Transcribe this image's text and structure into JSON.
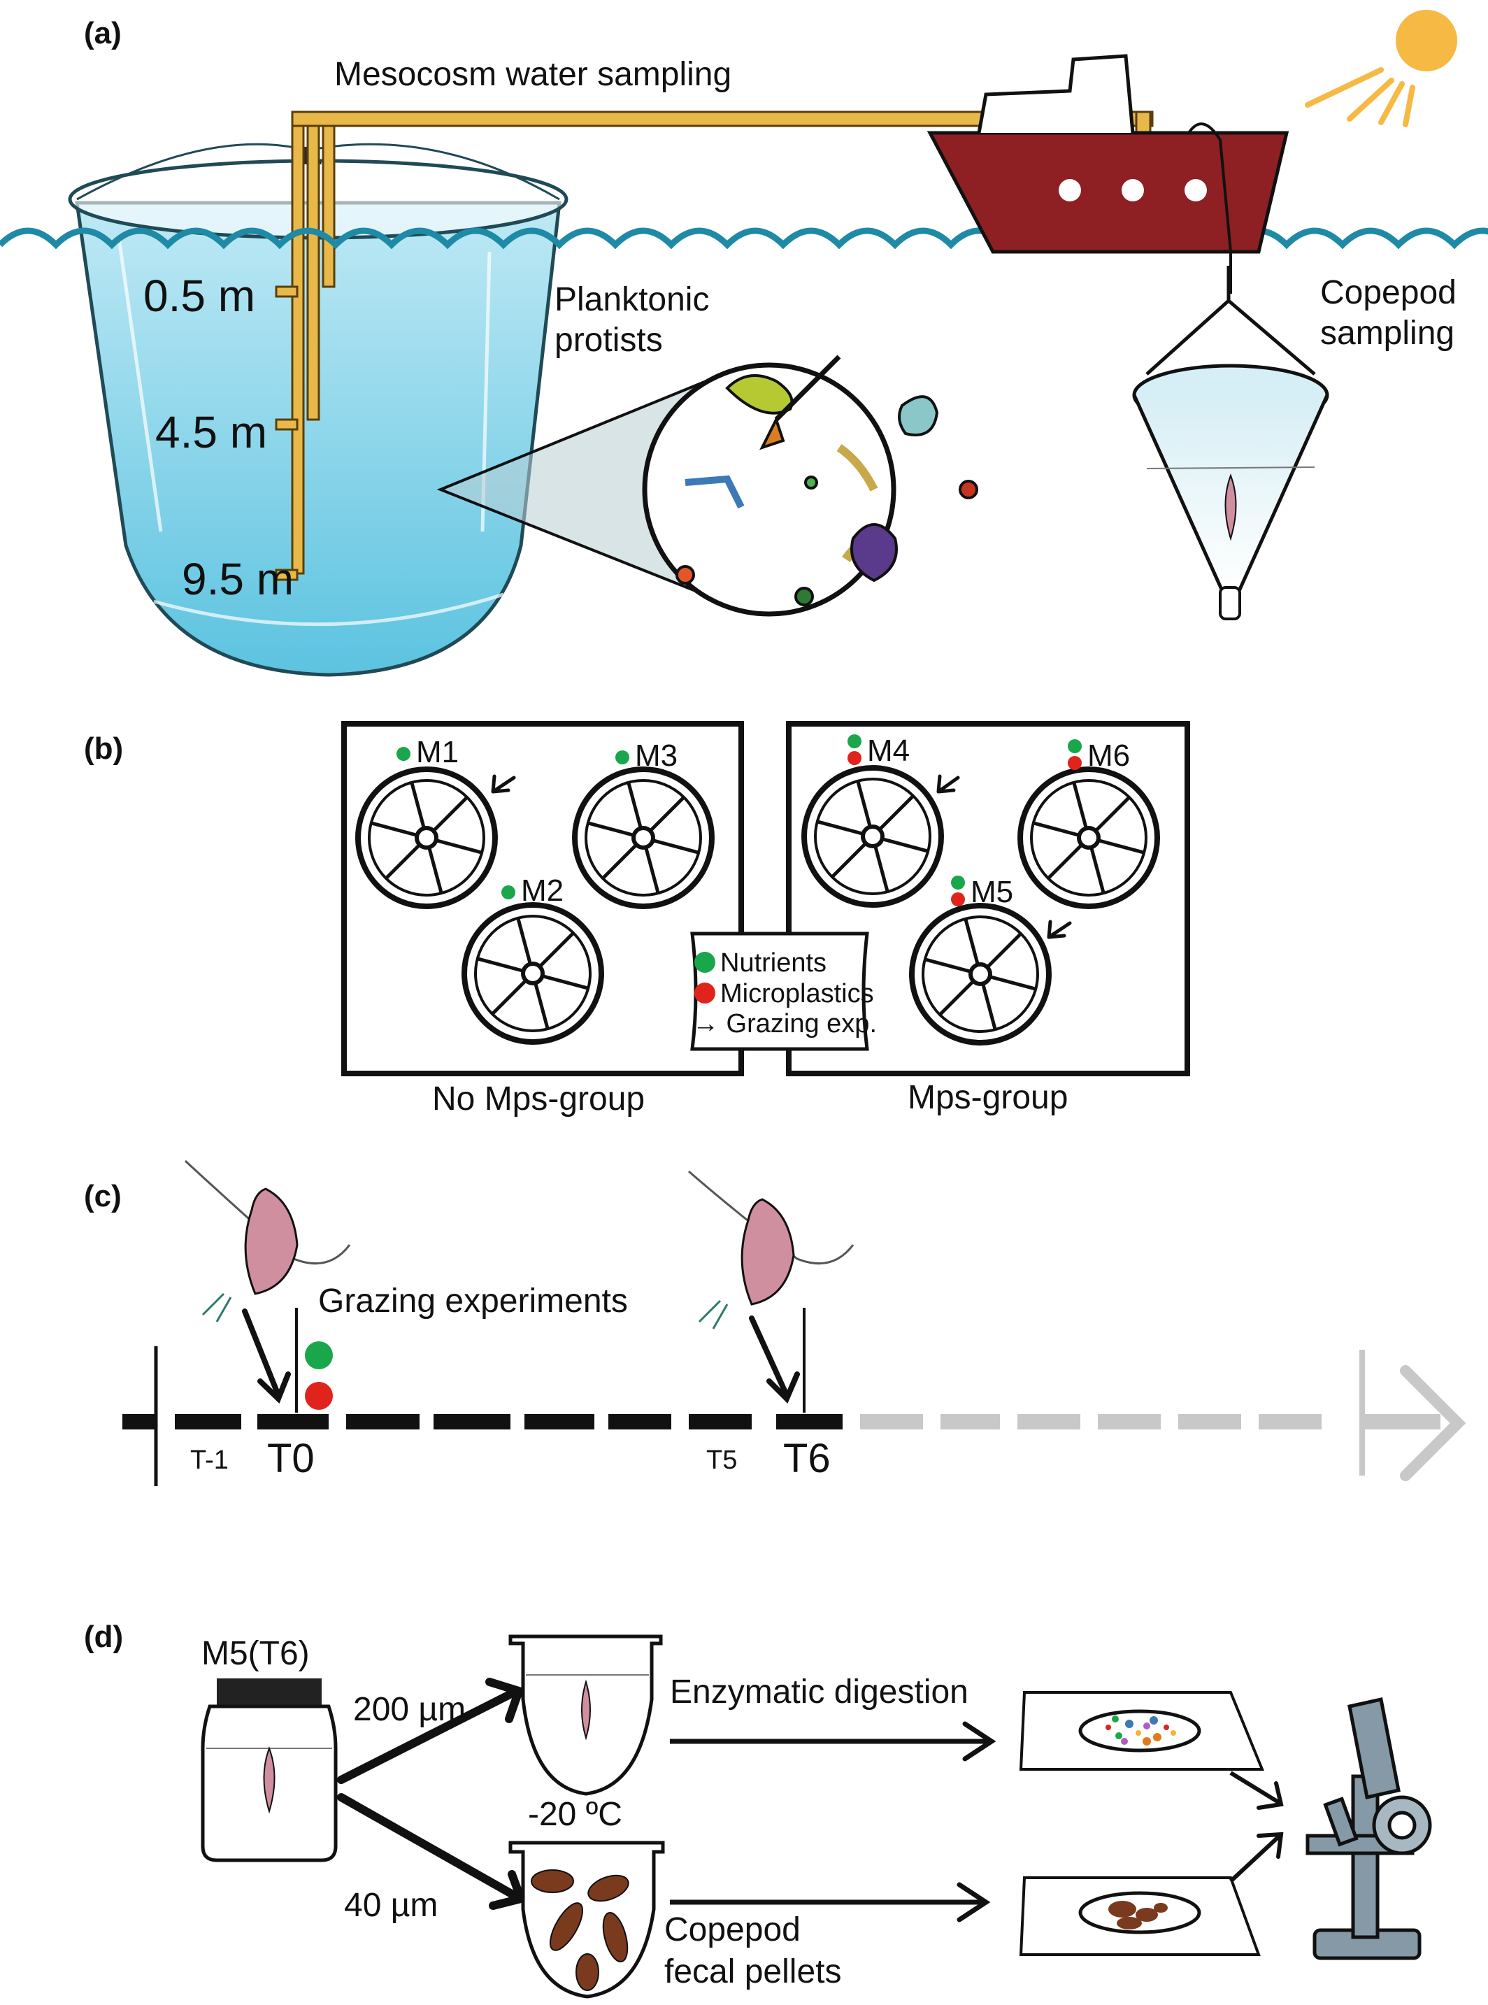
{
  "panels": {
    "a": {
      "label": "(a)",
      "mesocosm_sampling": "Mesocosm water sampling",
      "planktonic_protists_line1": "Planktonic",
      "planktonic_protists_line2": "protists",
      "copepod_sampling_line1": "Copepod",
      "copepod_sampling_line2": "sampling",
      "depths": [
        "0.5 m",
        "4.5 m",
        "9.5 m"
      ]
    },
    "b": {
      "label": "(b)",
      "mesocosms": [
        "M1",
        "M2",
        "M3",
        "M4",
        "M5",
        "M6"
      ],
      "legend": {
        "nutrients": "Nutrients",
        "microplastics": "Microplastics",
        "grazing": "→ Grazing exp."
      },
      "group_no_mps": "No Mps-group",
      "group_mps": "Mps-group"
    },
    "c": {
      "label": "(c)",
      "grazing_experiments": "Grazing experiments",
      "timepoints": [
        "T-1",
        "T0",
        "T5",
        "T6"
      ]
    },
    "d": {
      "label": "(d)",
      "sample": "M5(T6)",
      "mesh_200": "200 µm",
      "mesh_40": "40 µm",
      "temperature": "-20 ºC",
      "enzymatic_digestion": "Enzymatic digestion",
      "fecal_pellets_line1": "Copepod",
      "fecal_pellets_line2": "fecal pellets"
    }
  },
  "colors": {
    "nutrients": "#1aa64a",
    "microplastics": "#e0241b",
    "water": "#8fd3e8",
    "boat_hull": "#8e1f23",
    "tube": "#e9b84a",
    "sun": "#f6b944"
  }
}
